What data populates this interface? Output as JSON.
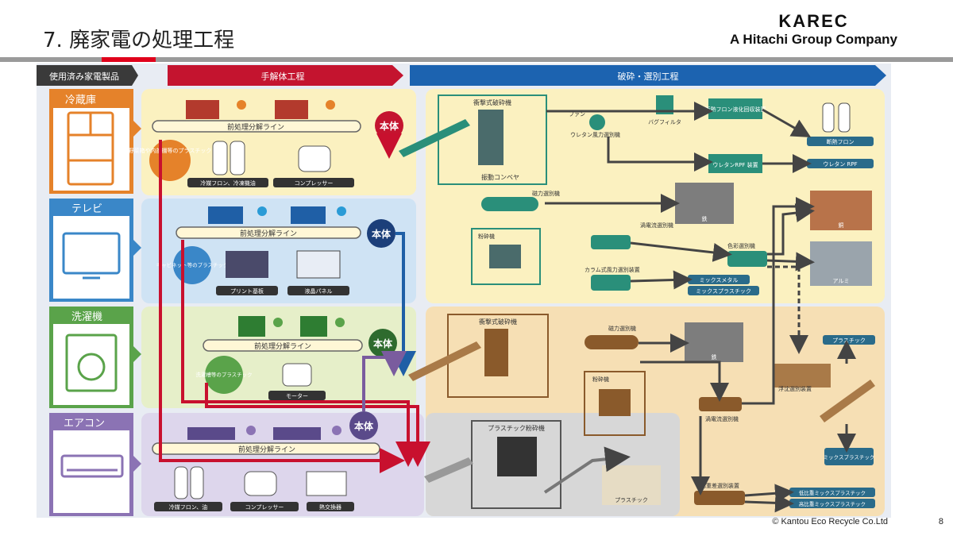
{
  "slide": {
    "title": "7. 廃家電の処理工程",
    "brand_line1": "KAREC",
    "brand_line2": "A Hitachi Group Company",
    "footer": "© Kantou Eco Recycle Co.Ltd",
    "page_number": "8"
  },
  "headers": {
    "used": "使用済み家電製品",
    "manual": "手解体工程",
    "crush": "破砕・選別工程"
  },
  "products": {
    "fridge": "冷蔵庫",
    "tv": "テレビ",
    "washer": "洗濯機",
    "aircon": "エアコン"
  },
  "lines": {
    "pre_line": "前処理分解ライン",
    "body": "本体"
  },
  "fridge_row": {
    "plastic_note": "野菜箱や内部棚等のプラスチック",
    "out1": "冷媒フロン、冷凍機油",
    "out2": "コンプレッサー"
  },
  "tv_row": {
    "plastic_note": "キャビネット等のプラスチック",
    "out1": "プリント基板",
    "out2": "液晶パネル"
  },
  "washer_row": {
    "plastic_note": "洗濯槽等のプラスチック",
    "out1": "モーター"
  },
  "aircon_row": {
    "out1": "冷媒フロン、油",
    "out2": "コンプレッサー",
    "out3": "熱交換器"
  },
  "green_section": {
    "crusher": "衝撃式破砕機",
    "vib_conveyor": "振動コンベヤ",
    "fan": "ファン",
    "bag_filter": "バグフィルタ",
    "urethan_sep": "ウレタン風力選別機",
    "freon_recovery": "断熱フロン液化回収装置",
    "urethan_rpf": "ウレタンRPF 装置",
    "out_freon": "断熱フロン",
    "out_urethan": "ウレタン RPF",
    "magnetic": "磁力選別機",
    "iron": "鉄",
    "pulverizer": "粉砕機",
    "eddy": "渦電流選別機",
    "color_sep": "色彩選別機",
    "column_sep": "カラム式風力選別装置",
    "copper": "銅",
    "alumi": "アルミ",
    "mix_metal": "ミックスメタル",
    "mix_plastic": "ミックスプラスチック"
  },
  "orange_section": {
    "crusher": "衝撃式破砕機",
    "magnetic": "磁力選別機",
    "iron": "鉄",
    "pulverizer": "粉砕機",
    "eddy": "渦電流選別機",
    "float": "浮沈選別装置",
    "plastic": "プラスチック",
    "mix_plastic": "ミックスプラスチック",
    "gravity": "比重差選別装置",
    "low_mix": "低比重ミックスプラスチック",
    "high_mix": "高比重ミックスプラスチック"
  },
  "gray_section": {
    "plastic_crusher": "プラスチック粉砕機",
    "plastic": "プラスチック"
  },
  "colors": {
    "red": "#c8102e",
    "blue": "#1f5fa6",
    "green": "#2e8b57",
    "purple": "#7a5c9e",
    "teal": "#2a8f7a",
    "brown": "#8a5a2b"
  }
}
